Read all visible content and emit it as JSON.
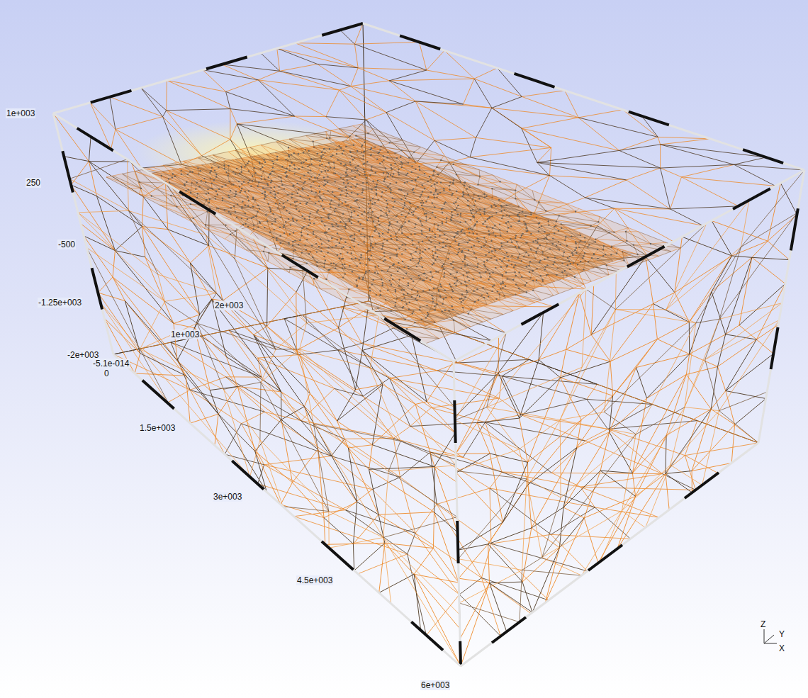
{
  "diagram": {
    "labels": [
      "1e+003",
      "250",
      "-500",
      "-1.25e+003",
      "-2e+003",
      "-5.1e-014",
      "0",
      "2e+003",
      "1e+003",
      "1.5e+003",
      "3e+003",
      "4.5e+003",
      "6e+003",
      "Z",
      "Y",
      "X"
    ]
  }
}
